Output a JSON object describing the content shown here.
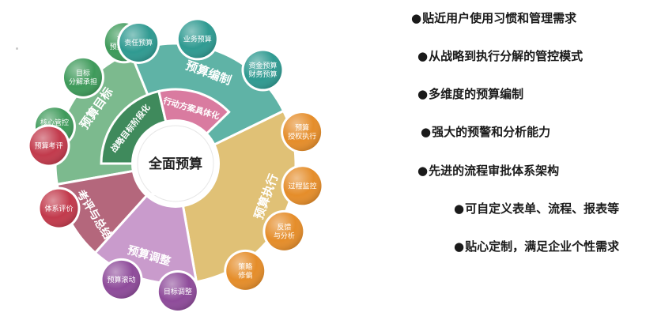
{
  "diagram": {
    "center": "全面预算",
    "stages": [
      {
        "label": "预算目标",
        "color": "#7cba8e",
        "inner": "战略目标阶段化",
        "inner_color": "#3f8a5c",
        "bubbles": [
          "核心管控\n指标",
          "目标\n分解承担",
          "企业\n预算目标"
        ],
        "bubble_color": "#3e9a5a"
      },
      {
        "label": "预算编制",
        "color": "#5fb3a6",
        "inner": "行动方案具体化",
        "inner_color": "#d97ba0",
        "bubbles": [
          "责任预算",
          "业务预算",
          "资金预算\n财务预算"
        ],
        "bubble_color": "#2f9a91"
      },
      {
        "label": "预算执行",
        "color": "#e0c176",
        "inner": "",
        "bubbles": [
          "预算\n授权执行",
          "过程监控",
          "反馈\n与分析",
          "策略\n修偏"
        ],
        "bubble_color": "#e58d2a"
      },
      {
        "label": "预算调整",
        "color": "#c99bcc",
        "inner": "",
        "bubbles": [
          "目标调整",
          "预算滚动"
        ],
        "bubble_color": "#8e4b9a"
      },
      {
        "label": "考评与总结",
        "color": "#b4677c",
        "inner": "",
        "bubbles": [
          "体系评价",
          "预算考评"
        ],
        "bubble_color": "#c23a4c"
      }
    ]
  },
  "features": [
    {
      "bullet": "●",
      "text": "贴近用户使用习惯和管理需求"
    },
    {
      "bullet": "●",
      "text": "从战略到执行分解的管控模式"
    },
    {
      "bullet": "●",
      "text": "多维度的预算编制"
    },
    {
      "bullet": "●",
      "text": "强大的预警和分析能力"
    },
    {
      "bullet": "●",
      "text": "先进的流程审批体系架构"
    },
    {
      "bullet": "●",
      "text": "可自定义表单、流程、报表等"
    },
    {
      "bullet": "●",
      "text": "贴心定制，满足企业个性需求"
    }
  ]
}
